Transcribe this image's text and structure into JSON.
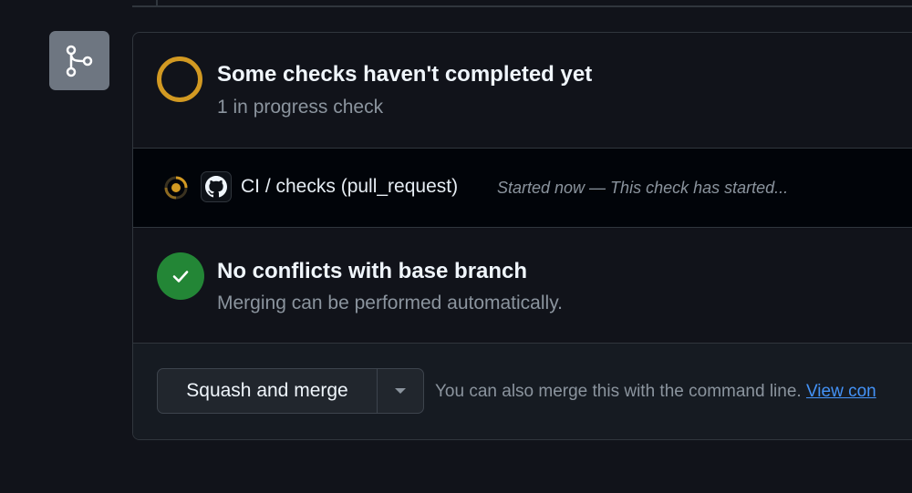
{
  "checks": {
    "title": "Some checks haven't completed yet",
    "subtitle": "1 in progress check",
    "status_color": "#d29922"
  },
  "run": {
    "name": "CI / checks (pull_request)",
    "status": "Started now — This check has started...",
    "icon": "github-icon"
  },
  "conflicts": {
    "title": "No conflicts with base branch",
    "subtitle": "Merging can be performed automatically.",
    "status_color": "#238636"
  },
  "actions": {
    "merge_label": "Squash and merge",
    "command_line_text": "You can also merge this with the command line.",
    "command_line_link": "View con"
  },
  "colors": {
    "background": "#11131a",
    "border": "#30363d",
    "link": "#4493f8"
  }
}
